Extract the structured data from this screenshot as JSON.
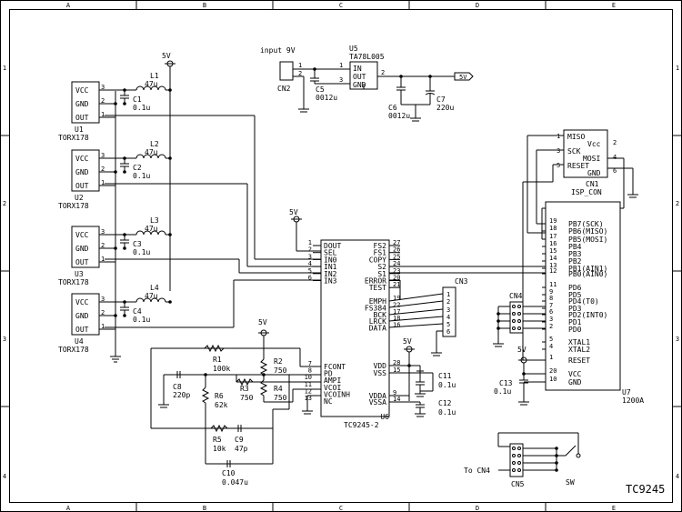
{
  "border": {
    "cols": [
      "A",
      "B",
      "C",
      "D",
      "E"
    ],
    "rows": [
      "1",
      "2",
      "3",
      "4"
    ]
  },
  "drawing_title": "TC9245",
  "power": {
    "input_label": "input 9V",
    "supply_5v": "5V"
  },
  "sensors": [
    {
      "ref": "U1",
      "part": "TORX178",
      "pins": [
        "VCC",
        "GND",
        "OUT"
      ],
      "nums": [
        "3",
        "2",
        "1"
      ]
    },
    {
      "ref": "U2",
      "part": "TORX178",
      "pins": [
        "VCC",
        "GND",
        "OUT"
      ],
      "nums": [
        "3",
        "2",
        "1"
      ]
    },
    {
      "ref": "U3",
      "part": "TORX178",
      "pins": [
        "VCC",
        "GND",
        "OUT"
      ],
      "nums": [
        "3",
        "2",
        "1"
      ]
    },
    {
      "ref": "U4",
      "part": "TORX178",
      "pins": [
        "VCC",
        "GND",
        "OUT"
      ],
      "nums": [
        "3",
        "2",
        "1"
      ]
    }
  ],
  "inductors": [
    {
      "ref": "L1",
      "value": "47u"
    },
    {
      "ref": "L2",
      "value": "47u"
    },
    {
      "ref": "L3",
      "value": "47u"
    },
    {
      "ref": "L4",
      "value": "47u"
    }
  ],
  "bypass_caps": [
    {
      "ref": "C1",
      "value": "0.1u"
    },
    {
      "ref": "C2",
      "value": "0.1u"
    },
    {
      "ref": "C3",
      "value": "0.1u"
    },
    {
      "ref": "C4",
      "value": "0.1u"
    }
  ],
  "regulator": {
    "ref": "U5",
    "part": "TA78L005",
    "pins": [
      "IN",
      "OUT",
      "GND"
    ],
    "nums": [
      "1",
      "2",
      "3"
    ],
    "cn2": "CN2",
    "cn2_pins": [
      "1",
      "2"
    ],
    "c5_ref": "C5",
    "c5_val": "0012u",
    "c6_ref": "C6",
    "c6_val": "0012u",
    "c7_ref": "C7",
    "c7_val": "220u"
  },
  "u6": {
    "ref": "U6",
    "part": "TC9245-2",
    "left_pins": [
      {
        "n": "1",
        "name": "DOUT"
      },
      {
        "n": "2",
        "name": "SEL"
      },
      {
        "n": "3",
        "name": "IN0"
      },
      {
        "n": "4",
        "name": "IN1"
      },
      {
        "n": "5",
        "name": "IN2"
      },
      {
        "n": "6",
        "name": "IN3"
      }
    ],
    "right_pins": [
      {
        "n": "27",
        "name": "FS2"
      },
      {
        "n": "26",
        "name": "FS1"
      },
      {
        "n": "25",
        "name": "COPY"
      },
      {
        "n": "24",
        "name": "S2"
      },
      {
        "n": "23",
        "name": "S1"
      },
      {
        "n": "20",
        "name": "ERROR"
      },
      {
        "n": "21",
        "name": "TEST"
      }
    ],
    "right_pins2": [
      {
        "n": "19",
        "name": "EMPH"
      },
      {
        "n": "22",
        "name": "FS384"
      },
      {
        "n": "17",
        "name": "BCK"
      },
      {
        "n": "18",
        "name": "LRCK"
      },
      {
        "n": "16",
        "name": "DATA"
      }
    ],
    "right_pins3": [
      {
        "n": "28",
        "name": "VDD"
      },
      {
        "n": "15",
        "name": "VSS"
      },
      {
        "n": "9",
        "name": "VDDA"
      },
      {
        "n": "14",
        "name": "VSSA"
      }
    ],
    "lower_pins": [
      {
        "n": "7",
        "name": "FCONT"
      },
      {
        "n": "8",
        "name": "PD"
      },
      {
        "n": "10",
        "name": "AMPI"
      },
      {
        "n": "11",
        "name": "VCOI"
      },
      {
        "n": "12",
        "name": "VCOINH"
      },
      {
        "n": "13",
        "name": "NC"
      }
    ]
  },
  "loop_filter": [
    {
      "ref": "R1",
      "value": "100k"
    },
    {
      "ref": "R2",
      "value": "750"
    },
    {
      "ref": "R3",
      "value": "750"
    },
    {
      "ref": "R4",
      "value": "750"
    },
    {
      "ref": "R5",
      "value": "10k"
    },
    {
      "ref": "R6",
      "value": "62k"
    },
    {
      "ref": "C8",
      "value": "220p"
    },
    {
      "ref": "C9",
      "value": "47p"
    },
    {
      "ref": "C10",
      "value": "0.047u"
    },
    {
      "ref": "C11",
      "value": "0.1u"
    },
    {
      "ref": "C12",
      "value": "0.1u"
    },
    {
      "ref": "C13",
      "value": "0.1u"
    }
  ],
  "cn3": {
    "ref": "CN3",
    "pins": [
      "1",
      "2",
      "3",
      "4",
      "5",
      "6"
    ]
  },
  "cn4": {
    "ref": "CN4"
  },
  "cn5": {
    "ref": "CN5",
    "to_label": "To CN4",
    "sw": "SW"
  },
  "isp": {
    "ref": "CN1",
    "part": "ISP_CON",
    "pins": [
      {
        "n": "1",
        "name": "MISO"
      },
      {
        "n": "2",
        "name": "Vcc"
      },
      {
        "n": "3",
        "name": "SCK"
      },
      {
        "n": "4",
        "name": "MOSI"
      },
      {
        "n": "5",
        "name": "RESET"
      },
      {
        "n": "6",
        "name": "GND"
      }
    ]
  },
  "u7": {
    "ref": "U7",
    "part": "1200A",
    "pins": [
      {
        "n": "19",
        "name": "PB7(SCK)"
      },
      {
        "n": "18",
        "name": "PB6(MISO)"
      },
      {
        "n": "17",
        "name": "PB5(MOSI)"
      },
      {
        "n": "16",
        "name": "PB4"
      },
      {
        "n": "15",
        "name": "PB3"
      },
      {
        "n": "14",
        "name": "PB2"
      },
      {
        "n": "13",
        "name": "PB1(AIN1)"
      },
      {
        "n": "12",
        "name": "PB0(AIN0)"
      },
      {
        "n": "11",
        "name": "PD6"
      },
      {
        "n": "9",
        "name": "PD5"
      },
      {
        "n": "8",
        "name": "PD4(T0)"
      },
      {
        "n": "7",
        "name": "PD3"
      },
      {
        "n": "6",
        "name": "PD2(INT0)"
      },
      {
        "n": "3",
        "name": "PD1"
      },
      {
        "n": "2",
        "name": "PD0"
      },
      {
        "n": "5",
        "name": "XTAL1"
      },
      {
        "n": "4",
        "name": "XTAL2"
      },
      {
        "n": "1",
        "name": "RESET"
      },
      {
        "n": "20",
        "name": "VCC"
      },
      {
        "n": "10",
        "name": "GND"
      }
    ]
  }
}
